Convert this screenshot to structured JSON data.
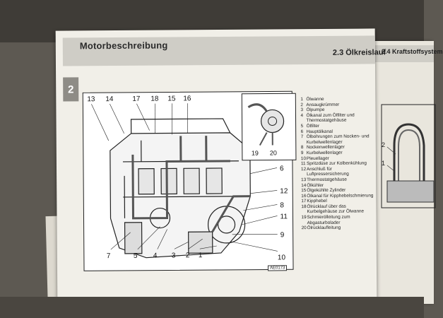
{
  "header": {
    "title": "Motorbeschreibung",
    "section": "2.3  Ölkreislauf"
  },
  "chapter": "2",
  "right_page": {
    "section": "2.4  Kraftstoffsystem",
    "labels": [
      "2",
      "1"
    ]
  },
  "callouts_top": [
    "13",
    "14",
    "17",
    "18",
    "15",
    "16"
  ],
  "callouts_right": [
    "6",
    "12",
    "8",
    "11",
    "9",
    "10"
  ],
  "callouts_bottom": [
    "7",
    "5",
    "4",
    "3",
    "2",
    "1"
  ],
  "inset_labels": [
    "19",
    "20"
  ],
  "ref_code": "AE0173",
  "legend": [
    {
      "n": "1",
      "t": "Ölwanne"
    },
    {
      "n": "2",
      "t": "Ansaugkrümmer"
    },
    {
      "n": "3",
      "t": "Ölpumpe"
    },
    {
      "n": "4",
      "t": "Ölkanal zum Ölfilter und Thermostatgehäuse"
    },
    {
      "n": "5",
      "t": "Ölfilter"
    },
    {
      "n": "6",
      "t": "Hauptölkanal"
    },
    {
      "n": "7",
      "t": "Ölbohrungen zum Nocken- und Kurbelwellenlager"
    },
    {
      "n": "8",
      "t": "Nockenwellenlager"
    },
    {
      "n": "9",
      "t": "Kurbelwellenlager"
    },
    {
      "n": "10",
      "t": "Pleuellager"
    },
    {
      "n": "11",
      "t": "Spritzdüse zur Kolbenkühlung"
    },
    {
      "n": "12",
      "t": "Anschluß für Luftpressersicherung"
    },
    {
      "n": "13",
      "t": "Thermostatgehäuse"
    },
    {
      "n": "14",
      "t": "Ölkühler"
    },
    {
      "n": "15",
      "t": "Ölgekühlte Zylinder"
    },
    {
      "n": "16",
      "t": "Ölkanal für Kipphebelschmierung"
    },
    {
      "n": "17",
      "t": "Kipphebel"
    },
    {
      "n": "18",
      "t": "Ölrücklauf über das Kurbelgehäuse zur Ölwanne"
    },
    {
      "n": "19",
      "t": "Schmierölleitung zum Abgasturbolader"
    },
    {
      "n": "20",
      "t": "Ölrücklaufleitung"
    }
  ]
}
